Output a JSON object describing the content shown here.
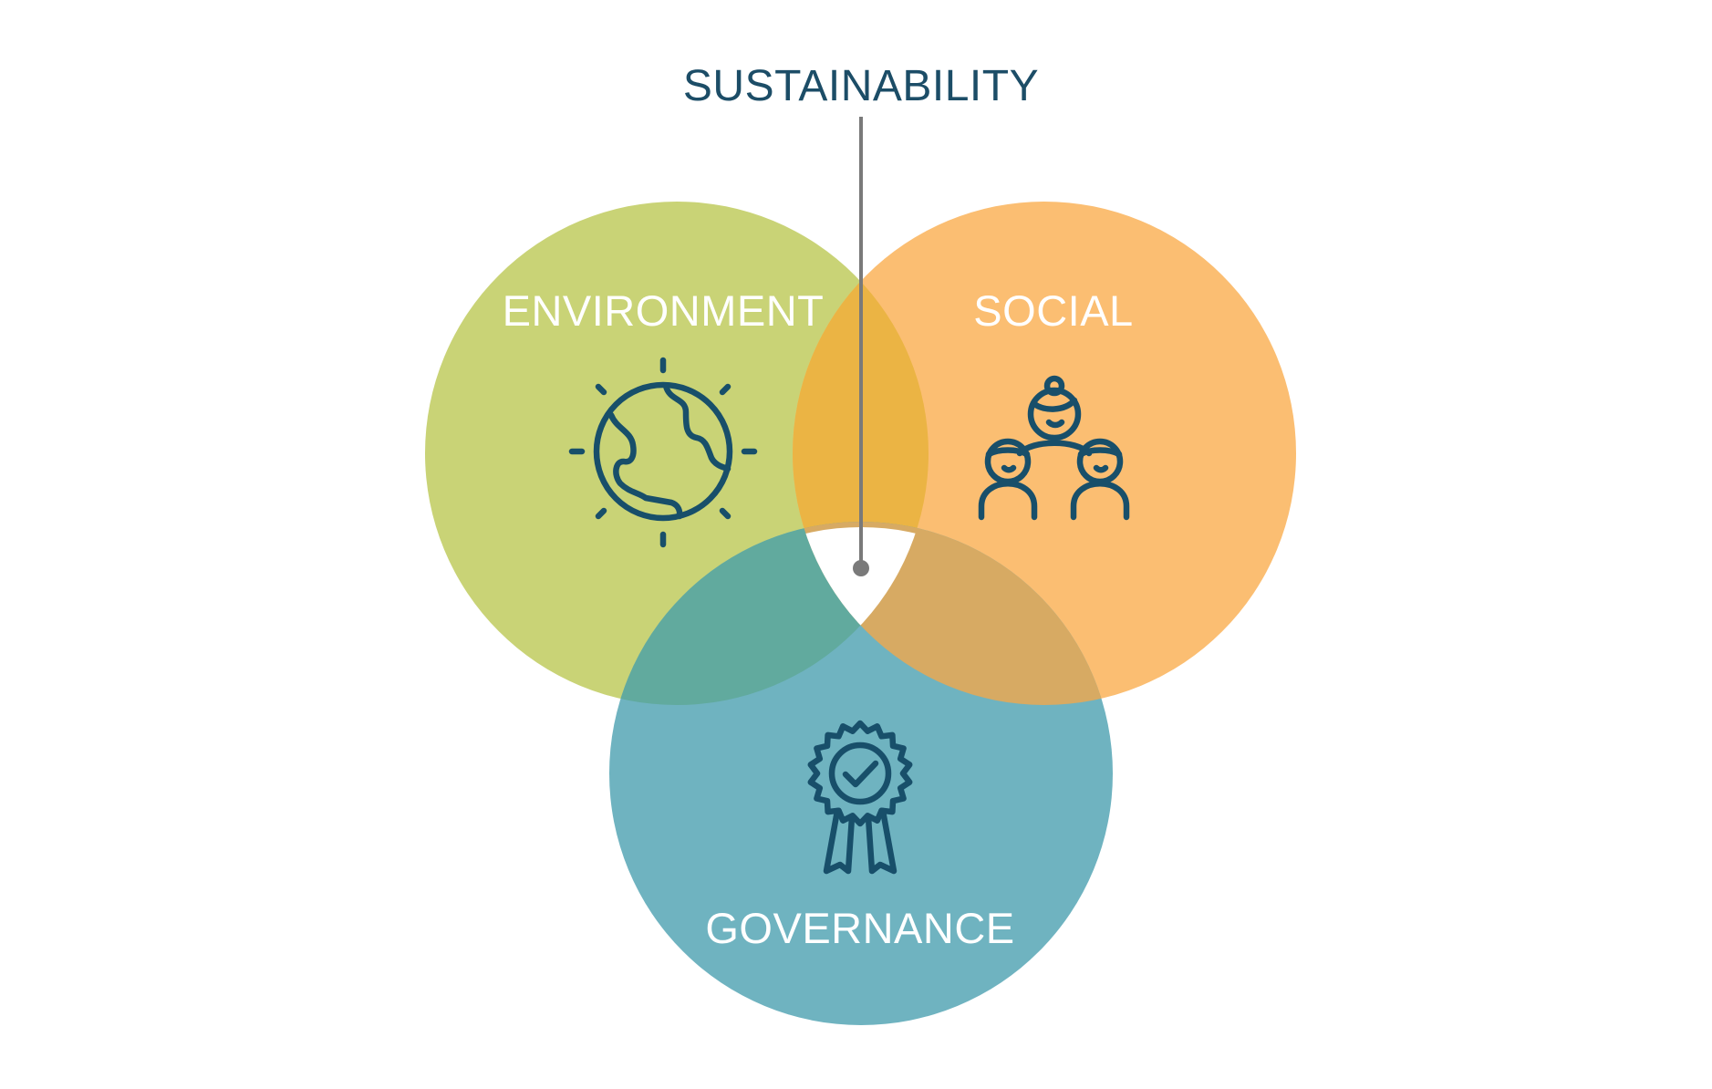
{
  "diagram": {
    "title": "SUSTAINABILITY",
    "circles": {
      "environment": {
        "label": "ENVIRONMENT",
        "icon": "globe-icon",
        "color": "#c9d376"
      },
      "social": {
        "label": "SOCIAL",
        "icon": "people-group-icon",
        "color": "#fbbe72"
      },
      "governance": {
        "label": "GOVERNANCE",
        "icon": "award-ribbon-icon",
        "color": "#6fb3c0"
      }
    },
    "overlap_colors": {
      "environment_social": "#ebb444",
      "environment_governance": "#61aa9e",
      "social_governance": "#d7aa63",
      "center": "#ffffff"
    },
    "colors": {
      "title": "#1c4d67",
      "icon_stroke": "#184f6a",
      "connector": "#7a7a7a",
      "label_text": "#ffffff"
    }
  }
}
